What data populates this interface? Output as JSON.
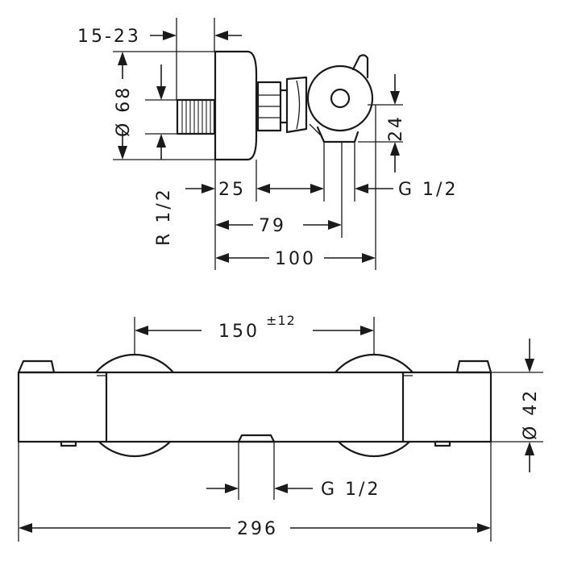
{
  "side_view": {
    "dim_wall_range": "15-23",
    "dim_rosette_diameter": "Ø 68",
    "dim_connection_thread": "R 1/2",
    "dim_depth_25": "25",
    "dim_depth_79": "79",
    "dim_depth_100": "100",
    "dim_height_24": "24",
    "dim_outlet_thread": "G 1/2"
  },
  "front_view": {
    "dim_centers_value": "150",
    "dim_centers_tolerance": "±12",
    "dim_body_diameter": "Ø 42",
    "dim_outlet_thread": "G 1/2",
    "dim_total_width": "296"
  }
}
